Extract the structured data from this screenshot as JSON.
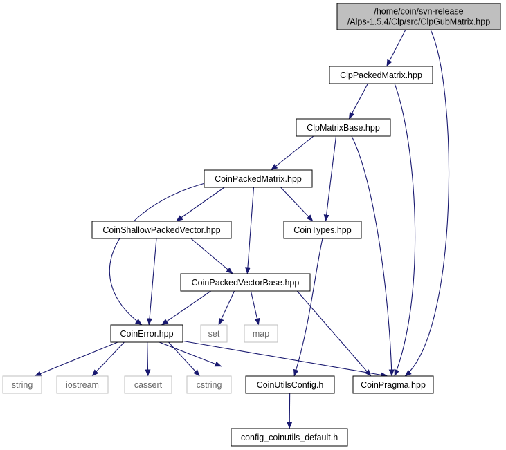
{
  "graph": {
    "edge_color": "#191970",
    "nodes": [
      {
        "id": "root",
        "label": "/home/coin/svn-release",
        "label2": "/Alps-1.5.4/Clp/src/ClpGubMatrix.hpp",
        "kind": "root"
      },
      {
        "id": "clppacked",
        "label": "ClpPackedMatrix.hpp",
        "kind": "normal"
      },
      {
        "id": "clpmatrixbase",
        "label": "ClpMatrixBase.hpp",
        "kind": "normal"
      },
      {
        "id": "coinpackedmatrix",
        "label": "CoinPackedMatrix.hpp",
        "kind": "normal"
      },
      {
        "id": "coinshallow",
        "label": "CoinShallowPackedVector.hpp",
        "kind": "normal"
      },
      {
        "id": "cointypes",
        "label": "CoinTypes.hpp",
        "kind": "normal"
      },
      {
        "id": "coinpvb",
        "label": "CoinPackedVectorBase.hpp",
        "kind": "normal"
      },
      {
        "id": "set",
        "label": "set",
        "kind": "external"
      },
      {
        "id": "map",
        "label": "map",
        "kind": "external"
      },
      {
        "id": "coinerror",
        "label": "CoinError.hpp",
        "kind": "normal"
      },
      {
        "id": "string",
        "label": "string",
        "kind": "external"
      },
      {
        "id": "iostream",
        "label": "iostream",
        "kind": "external"
      },
      {
        "id": "cassert",
        "label": "cassert",
        "kind": "external"
      },
      {
        "id": "cstring",
        "label": "cstring",
        "kind": "external"
      },
      {
        "id": "coinutilsconfig",
        "label": "CoinUtilsConfig.h",
        "kind": "normal"
      },
      {
        "id": "coinpragma",
        "label": "CoinPragma.hpp",
        "kind": "normal"
      },
      {
        "id": "configdefault",
        "label": "config_coinutils_default.h",
        "kind": "normal"
      }
    ],
    "edges": [
      {
        "from": "root",
        "to": "clppacked"
      },
      {
        "from": "root",
        "to": "coinpragma"
      },
      {
        "from": "clppacked",
        "to": "clpmatrixbase"
      },
      {
        "from": "clppacked",
        "to": "coinpragma"
      },
      {
        "from": "clpmatrixbase",
        "to": "coinpackedmatrix"
      },
      {
        "from": "clpmatrixbase",
        "to": "cointypes"
      },
      {
        "from": "clpmatrixbase",
        "to": "coinpragma"
      },
      {
        "from": "coinpackedmatrix",
        "to": "coinerror"
      },
      {
        "from": "coinpackedmatrix",
        "to": "coinshallow"
      },
      {
        "from": "coinpackedmatrix",
        "to": "cointypes"
      },
      {
        "from": "coinpackedmatrix",
        "to": "coinpvb"
      },
      {
        "from": "coinshallow",
        "to": "coinerror"
      },
      {
        "from": "coinshallow",
        "to": "coinpvb"
      },
      {
        "from": "cointypes",
        "to": "coinutilsconfig"
      },
      {
        "from": "coinpvb",
        "to": "coinerror"
      },
      {
        "from": "coinpvb",
        "to": "set"
      },
      {
        "from": "coinpvb",
        "to": "map"
      },
      {
        "from": "coinpvb",
        "to": "coinpragma"
      },
      {
        "from": "coinerror",
        "to": "string"
      },
      {
        "from": "coinerror",
        "to": "iostream"
      },
      {
        "from": "coinerror",
        "to": "cassert"
      },
      {
        "from": "coinerror",
        "to": "cstring"
      },
      {
        "from": "coinerror",
        "to": "coinutilsconfig"
      },
      {
        "from": "coinerror",
        "to": "coinpragma"
      },
      {
        "from": "coinutilsconfig",
        "to": "configdefault"
      }
    ]
  }
}
